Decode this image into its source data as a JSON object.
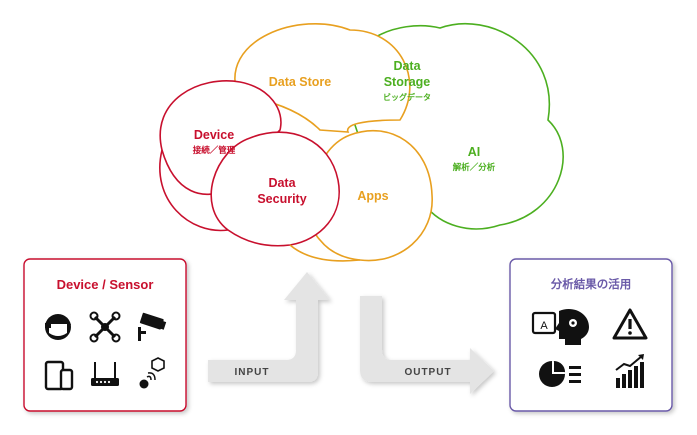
{
  "cloud": {
    "data_store": "Data Store",
    "data_storage": {
      "title_line1": "Data",
      "title_line2": "Storage",
      "subtitle": "ビッグデータ"
    },
    "device": {
      "title": "Device",
      "subtitle": "接続／管理"
    },
    "data_security": {
      "line1": "Data",
      "line2": "Security"
    },
    "apps": "Apps",
    "ai": {
      "title": "AI",
      "subtitle": "解析／分析"
    }
  },
  "input_box": {
    "title": "Device / Sensor",
    "icons": [
      "face-recognition-icon",
      "drone-icon",
      "security-camera-icon",
      "tablet-phone-icon",
      "router-icon",
      "sensor-node-icon"
    ]
  },
  "output_box": {
    "title": "分析結果の活用",
    "icons": [
      "ai-head-icon",
      "warning-icon",
      "pie-list-icon",
      "growth-chart-icon"
    ]
  },
  "arrows": {
    "input_label": "INPUT",
    "output_label": "OUTPUT"
  },
  "colors": {
    "device_red": "#c8102e",
    "store_orange": "#e8a020",
    "storage_green": "#4caf20",
    "output_purple": "#6a5aa8",
    "arrow_gray": "#e4e4e4"
  }
}
